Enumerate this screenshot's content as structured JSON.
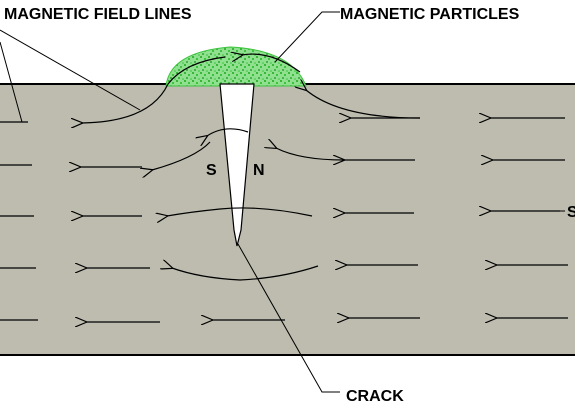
{
  "labels": {
    "field_lines": "MAGNETIC FIELD LINES",
    "particles": "MAGNETIC PARTICLES",
    "crack": "CRACK",
    "right_edge": "S"
  },
  "poles": {
    "south": "S",
    "north": "N"
  },
  "colors": {
    "specimen_fill": "#bdbcaf",
    "specimen_border": "#000000",
    "particles": "#3cc43c",
    "crack_fill": "#ffffff",
    "lines": "#000000"
  }
}
